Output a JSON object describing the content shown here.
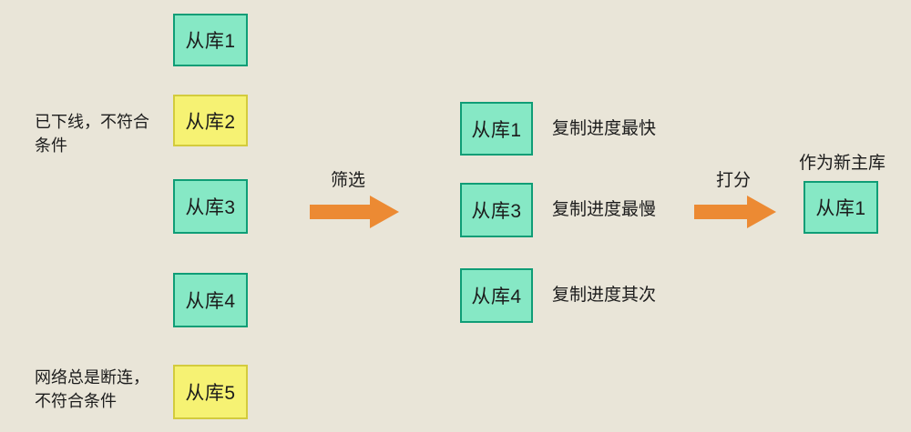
{
  "colors": {
    "canvas_bg": "#e9e5d8",
    "green_fill": "#86e8c5",
    "green_border": "#0f9d76",
    "yellow_fill": "#f6f273",
    "yellow_border": "#d3cb3d",
    "arrow": "#ec8a33",
    "text": "#1c1c1c"
  },
  "left_column": {
    "boxes": [
      {
        "label": "从库1",
        "type": "green"
      },
      {
        "label": "从库2",
        "type": "yellow"
      },
      {
        "label": "从库3",
        "type": "green"
      },
      {
        "label": "从库4",
        "type": "green"
      },
      {
        "label": "从库5",
        "type": "yellow"
      }
    ],
    "annotations": [
      {
        "text": "已下线，不符合\n条件"
      },
      {
        "text": "网络总是断连，\n不符合条件"
      }
    ]
  },
  "filter_arrow": {
    "label": "筛选"
  },
  "middle_column": {
    "items": [
      {
        "label": "从库1",
        "note": "复制进度最快"
      },
      {
        "label": "从库3",
        "note": "复制进度最慢"
      },
      {
        "label": "从库4",
        "note": "复制进度其次"
      }
    ]
  },
  "score_arrow": {
    "label": "打分"
  },
  "result": {
    "title": "作为新主库",
    "label": "从库1"
  }
}
